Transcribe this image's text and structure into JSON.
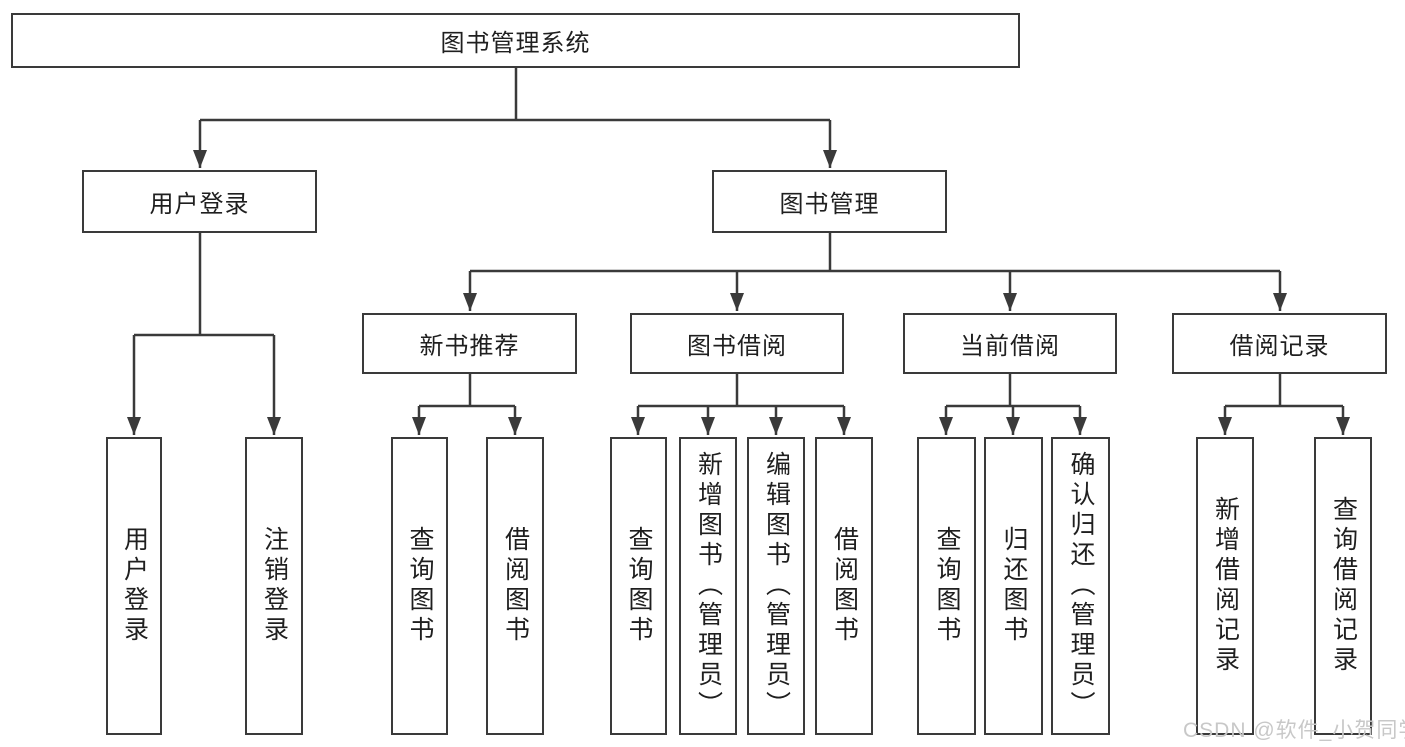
{
  "colors": {
    "line": "#3a3a3a",
    "text": "#1f1f1f",
    "watermark": "#c8c8c8",
    "background": "#ffffff"
  },
  "nodes": {
    "root": "图书管理系统",
    "level2": [
      "用户登录",
      "图书管理"
    ],
    "level3": [
      "新书推荐",
      "图书借阅",
      "当前借阅",
      "借阅记录"
    ],
    "leaves_user": [
      "用户登录",
      "注销登录"
    ],
    "leaves_recommend": [
      "查询图书",
      "借阅图书"
    ],
    "leaves_borrow": [
      "查询图书",
      "新增图书（管理员）",
      "编辑图书（管理员）",
      "借阅图书"
    ],
    "leaves_current": [
      "查询图书",
      "归还图书",
      "确认归还（管理员）"
    ],
    "leaves_records": [
      "新增借阅记录",
      "查询借阅记录"
    ]
  },
  "watermark": "CSDN @软件_小贺同学"
}
